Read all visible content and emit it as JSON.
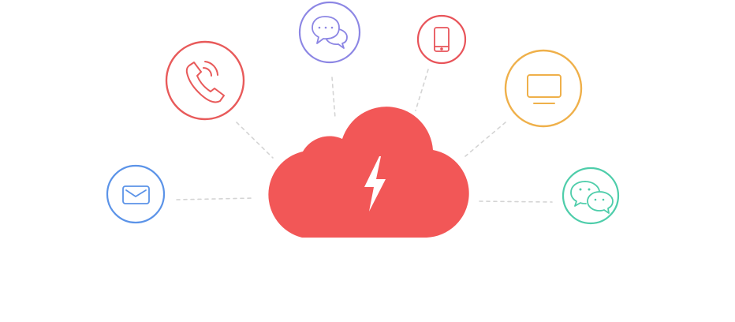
{
  "colors": {
    "background": "#ffffff",
    "connector": "#d4d4d4",
    "cloud": "#f25757",
    "bolt": "#ffffff",
    "email": "#5b93e8",
    "phone": "#e85a5a",
    "chat": "#8c86e4",
    "mobile": "#e8545a",
    "desktop": "#efb04a",
    "wechat": "#4ecdaa"
  },
  "hub": {
    "icon": "lightning-bolt-icon"
  },
  "channels": [
    {
      "id": "email",
      "icon": "envelope-icon",
      "color": "#5b93e8"
    },
    {
      "id": "phone",
      "icon": "telephone-handset-icon",
      "color": "#e85a5a"
    },
    {
      "id": "chat",
      "icon": "chat-bubbles-icon",
      "color": "#8c86e4"
    },
    {
      "id": "mobile",
      "icon": "smartphone-icon",
      "color": "#e8545a"
    },
    {
      "id": "desktop",
      "icon": "monitor-icon",
      "color": "#efb04a"
    },
    {
      "id": "wechat",
      "icon": "wechat-icon",
      "color": "#4ecdaa"
    }
  ]
}
